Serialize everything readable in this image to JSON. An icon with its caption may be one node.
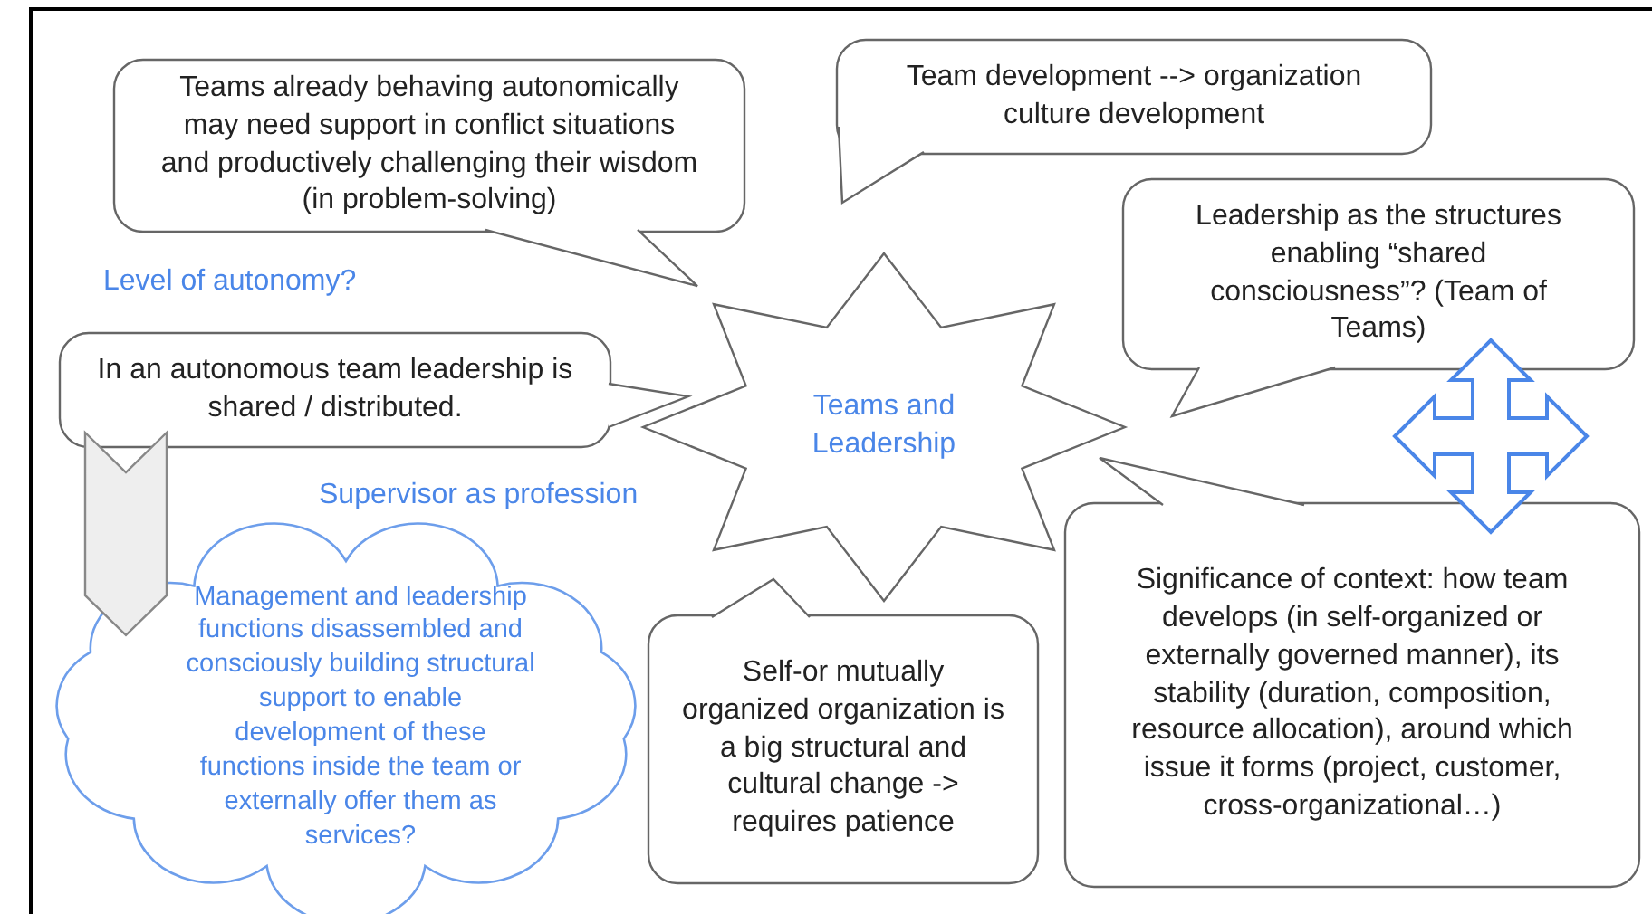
{
  "diagram": {
    "nodes": [
      {
        "text": [
          "Teams and Leadership"
        ]
      },
      {
        "text": [
          "Teams already behaving autonomically may need support in conflict situations and productively challenging their wisdom (in problem-solving)"
        ]
      },
      {
        "text": [
          "Team development --> organization culture development"
        ]
      },
      {
        "text": [
          "Leadership as the structures enabling “shared consciousness”? (Team of Teams)"
        ]
      },
      {
        "text": [
          "In an autonomous team leadership is shared / distributed."
        ]
      },
      {
        "text": [
          "Management and leadership functions disassembled and consciously building structural support to enable development of these functions inside the team or externally offer them as services?"
        ]
      },
      {
        "text": [
          "Self-or mutually organized organization is a big structural and cultural change -> requires patience"
        ]
      },
      {
        "text": [
          "Significance of context: how team develops (in self-organized or externally governed manner), its stability (duration, composition, resource allocation), around which issue it forms (project, customer, cross-organizational…)"
        ]
      }
    ],
    "edges": [
      {
        "from": 4,
        "to": 5,
        "arrow": "to"
      }
    ],
    "labels": [
      "Level of autonomy?",
      "Supervisor as profession"
    ]
  }
}
